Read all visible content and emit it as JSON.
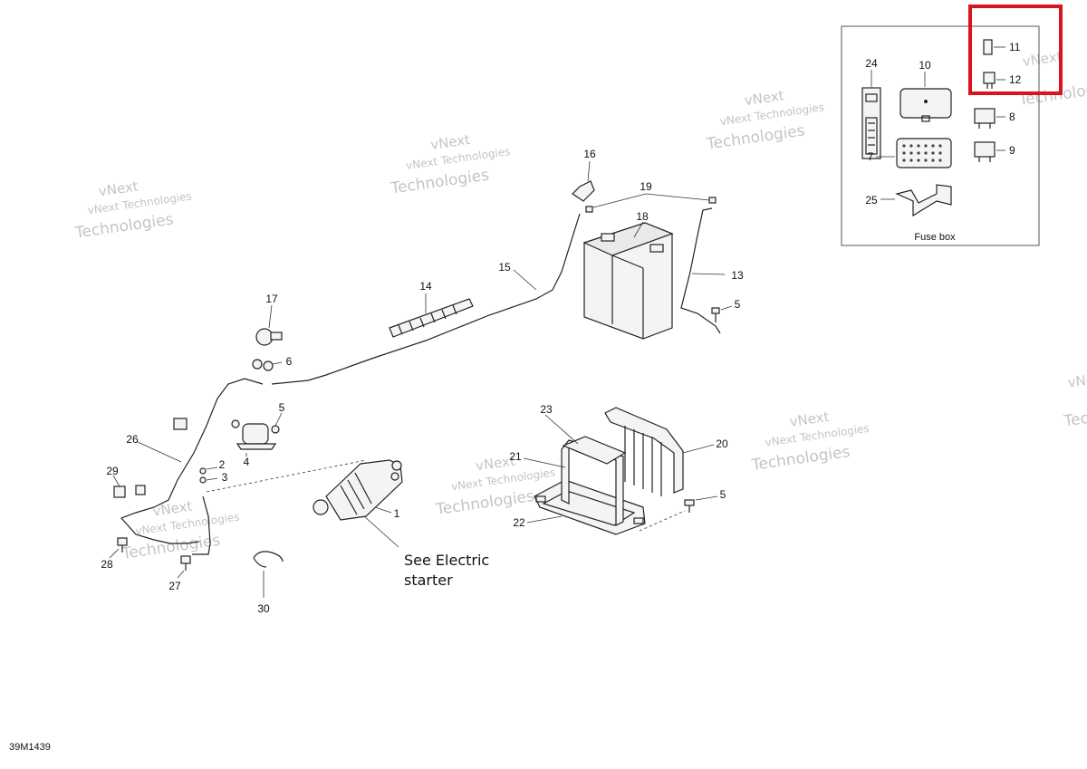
{
  "diagram": {
    "ref_code": "39M1439",
    "see_note": [
      "See Electric",
      "starter"
    ],
    "fuse_box_label": "Fuse box",
    "watermark": [
      "vNext",
      "vNext Technologies",
      "Technologies"
    ],
    "highlight_color": "#d9141e",
    "callouts": {
      "c1": "1",
      "c2": "2",
      "c3": "3",
      "c4": "4",
      "c5a": "5",
      "c5b": "5",
      "c5c": "5",
      "c6": "6",
      "c7": "7",
      "c8": "8",
      "c9": "9",
      "c10": "10",
      "c11": "11",
      "c12": "12",
      "c13": "13",
      "c14": "14",
      "c15": "15",
      "c16": "16",
      "c17": "17",
      "c18": "18",
      "c19": "19",
      "c20": "20",
      "c21": "21",
      "c22": "22",
      "c23": "23",
      "c24": "24",
      "c25": "25",
      "c26": "26",
      "c27": "27",
      "c28": "28",
      "c29": "29",
      "c30": "30"
    }
  }
}
